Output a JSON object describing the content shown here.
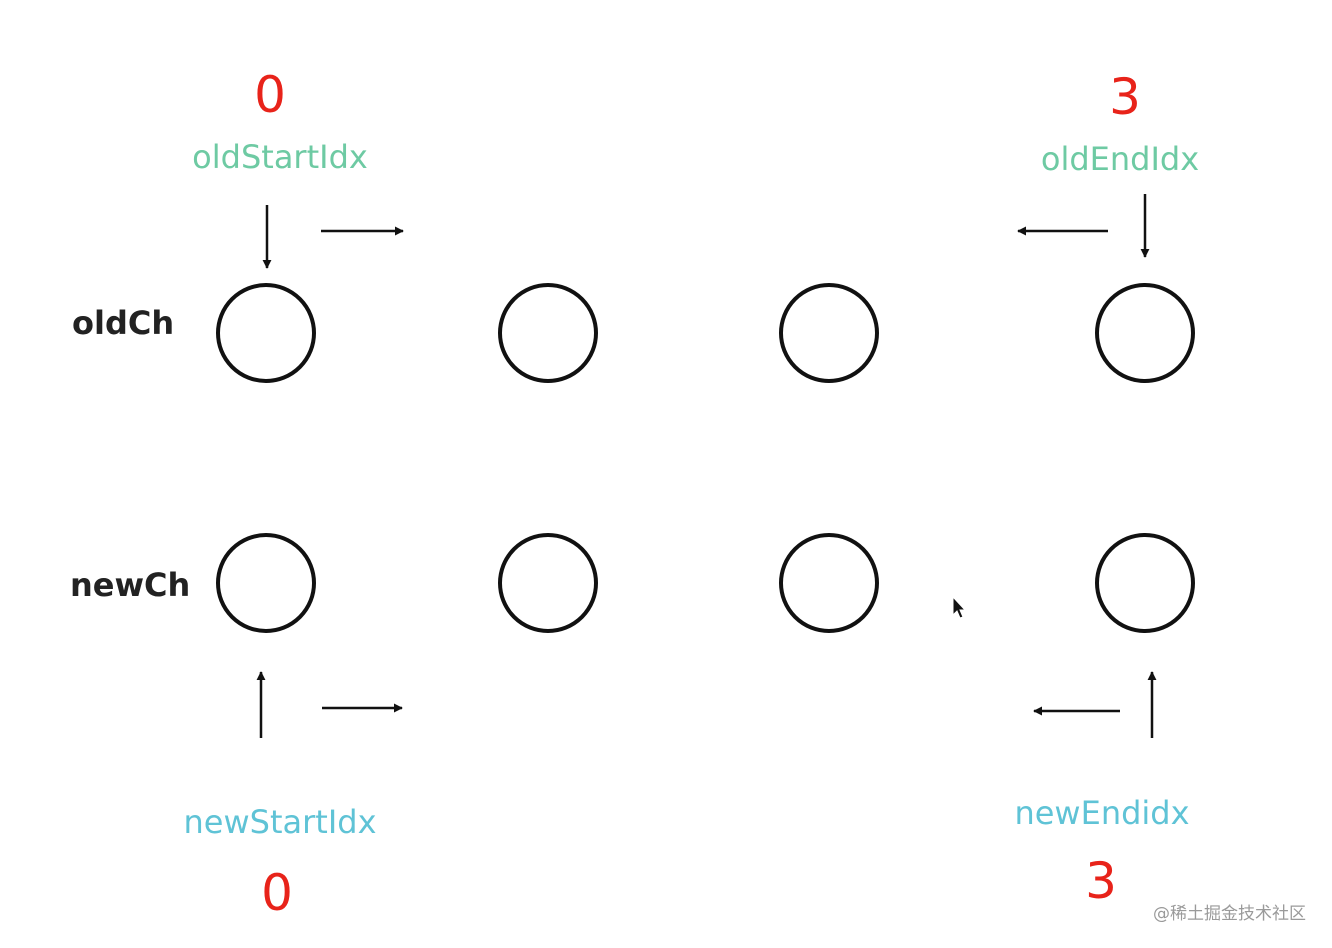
{
  "colors": {
    "index_number": "#e8231a",
    "old_index_label": "#6ecaa3",
    "new_index_label": "#5fc3d6",
    "node_stroke": "#111111",
    "arrow": "#111111",
    "row_label": "#222222",
    "watermark": "#9a9a9a"
  },
  "rows": {
    "old": {
      "label": "oldCh",
      "node_count": 4
    },
    "new": {
      "label": "newCh",
      "node_count": 4
    }
  },
  "pointers": {
    "old_start": {
      "label": "oldStartIdx",
      "value": "0"
    },
    "old_end": {
      "label": "oldEndIdx",
      "value": "3"
    },
    "new_start": {
      "label": "newStartIdx",
      "value": "0"
    },
    "new_end": {
      "label": "newEndidx",
      "value": "3"
    }
  },
  "watermark": "@稀土掘金技术社区"
}
